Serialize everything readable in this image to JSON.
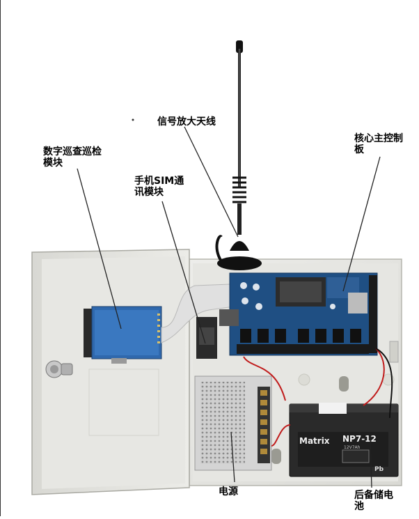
{
  "labels": {
    "antenna": "信号放大天线",
    "main_board": "核心主控制\n板",
    "patrol_module": "数字巡查巡检\n模块",
    "sim_module": "手机SIM通\n讯模块",
    "power_supply": "电源",
    "battery": "后备储电\n池"
  },
  "battery_brand": {
    "brand": "Matrix",
    "model": "NP7-12",
    "rating": "12V7Ah",
    "chem": "Pb"
  },
  "colors": {
    "cabinet": "#e4e4e0",
    "cabinet_shadow": "#c9c9c3",
    "pcb": "#1f4f83",
    "terminal": "#1a1a1a",
    "battery": "#2a2a2a",
    "ribbon": "#dcdcdc"
  }
}
